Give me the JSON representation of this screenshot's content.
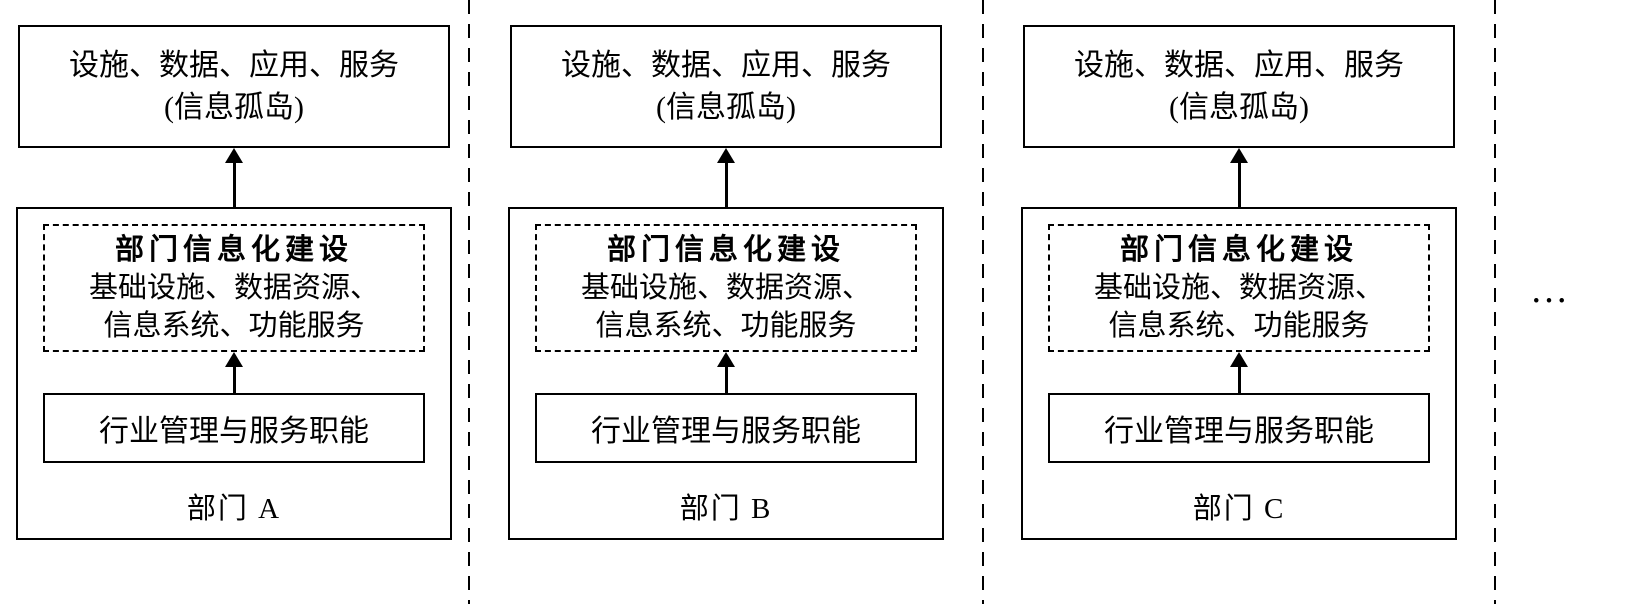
{
  "columns": [
    {
      "silo_line1": "设施、数据、应用、服务",
      "silo_line2": "(信息孤岛)",
      "info_title": "部门信息化建设",
      "info_line1": "基础设施、数据资源、",
      "info_line2": "信息系统、功能服务",
      "function_label": "行业管理与服务职能",
      "dept_label": "部门 A"
    },
    {
      "silo_line1": "设施、数据、应用、服务",
      "silo_line2": "(信息孤岛)",
      "info_title": "部门信息化建设",
      "info_line1": "基础设施、数据资源、",
      "info_line2": "信息系统、功能服务",
      "function_label": "行业管理与服务职能",
      "dept_label": "部门 B"
    },
    {
      "silo_line1": "设施、数据、应用、服务",
      "silo_line2": "(信息孤岛)",
      "info_title": "部门信息化建设",
      "info_line1": "基础设施、数据资源、",
      "info_line2": "信息系统、功能服务",
      "function_label": "行业管理与服务职能",
      "dept_label": "部门 C"
    }
  ],
  "ellipsis": "…"
}
